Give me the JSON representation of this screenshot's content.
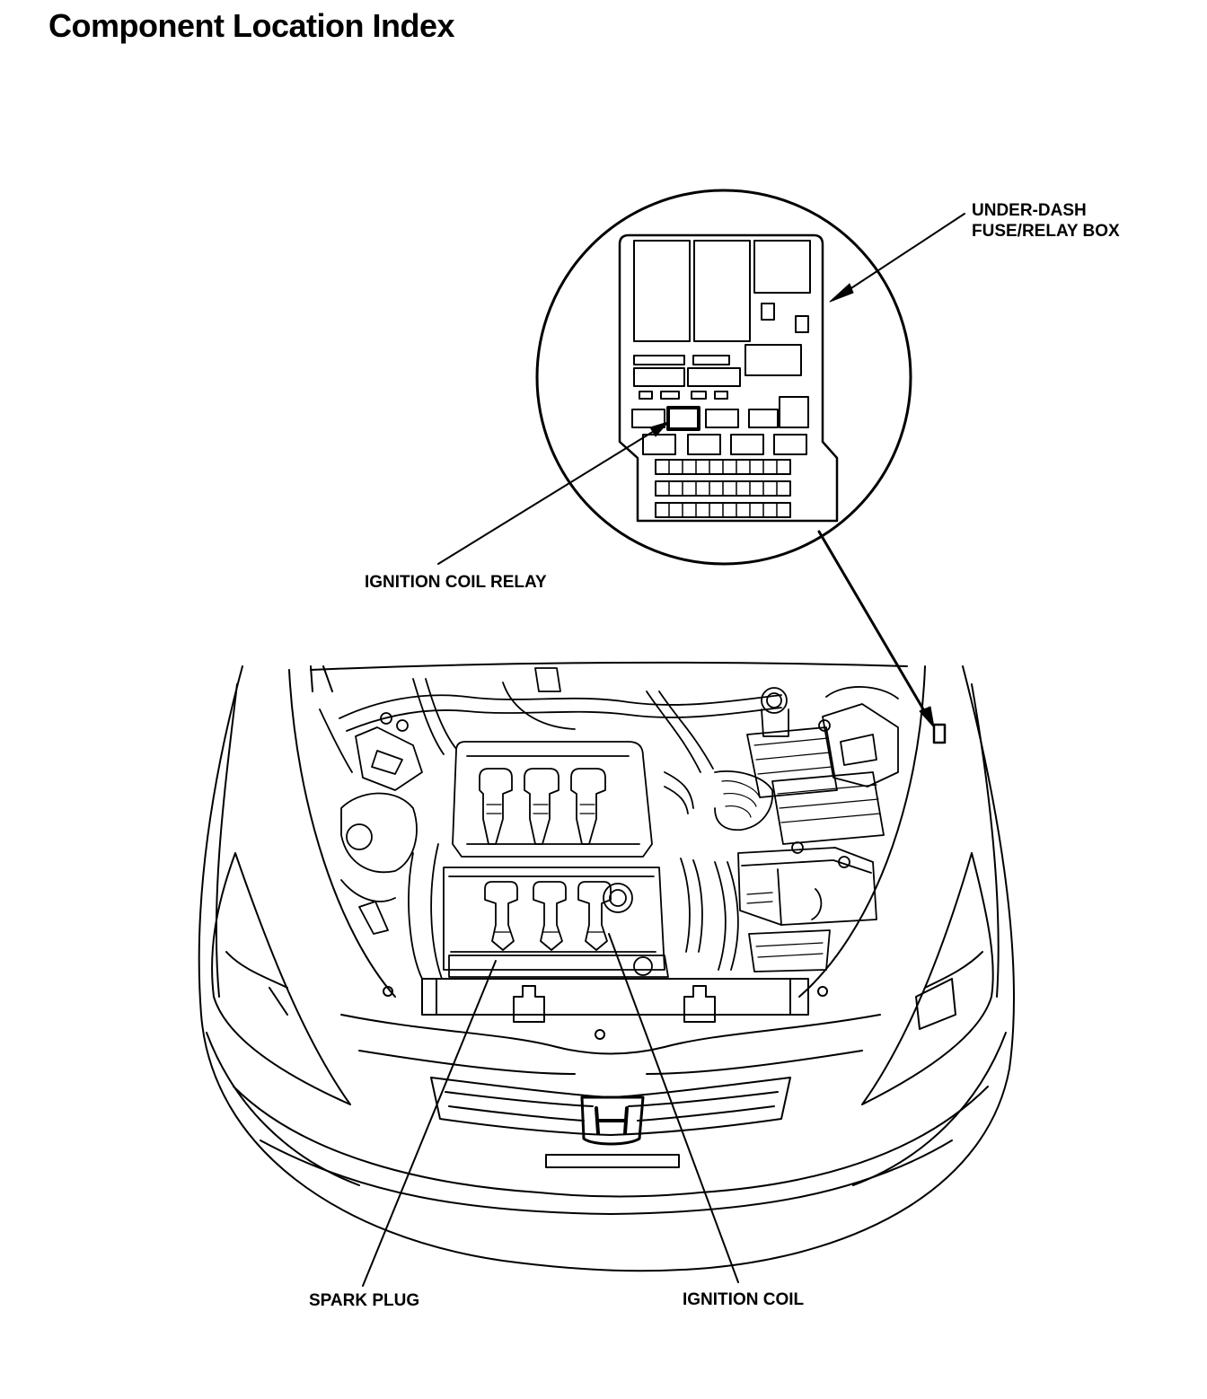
{
  "page": {
    "title": "Component Location Index"
  },
  "callouts": {
    "fuse_box": [
      "UNDER-DASH",
      "FUSE/RELAY BOX"
    ],
    "ignition_coil_relay": "IGNITION COIL RELAY",
    "spark_plug": "SPARK PLUG",
    "ignition_coil": "IGNITION COIL"
  }
}
